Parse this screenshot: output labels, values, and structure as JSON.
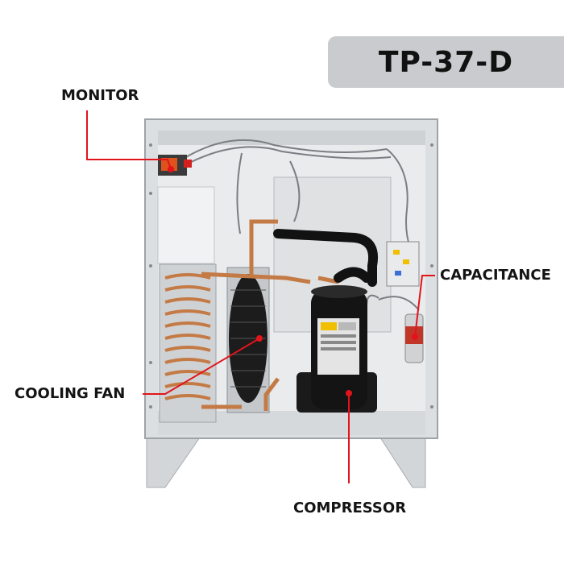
{
  "model": "TP-37-D",
  "callouts": {
    "monitor": "MONITOR",
    "capacitance": "CAPACITANCE",
    "cooling_fan": "COOLING FAN",
    "compressor": "COMPRESSOR"
  },
  "colors": {
    "callout_line": "#e3131b",
    "badge": "#c9cbce",
    "cabinet": "#dcdfe2",
    "compressor": "#141414"
  }
}
